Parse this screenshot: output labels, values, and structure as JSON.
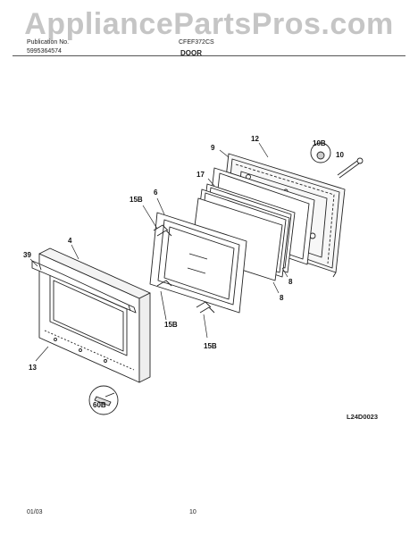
{
  "watermark": "AppliancePartsPros.com",
  "header": {
    "publication_label": "Publication No.",
    "publication_number": "5995364574",
    "model": "CFEF372CS",
    "section_title": "DOOR"
  },
  "callouts": {
    "c9": "9",
    "c12": "12",
    "c10B": "10B",
    "c10": "10",
    "c17": "17",
    "c15B_top": "15B",
    "c6": "6",
    "c8_right": "8",
    "c8_lower": "8",
    "c39": "39",
    "c4": "4",
    "c15B_mid": "15B",
    "c15B_bottom": "15B",
    "c13": "13",
    "c60B": "60B"
  },
  "diagram_code": "L24D0023",
  "footer": {
    "date": "01/03",
    "page": "10"
  }
}
